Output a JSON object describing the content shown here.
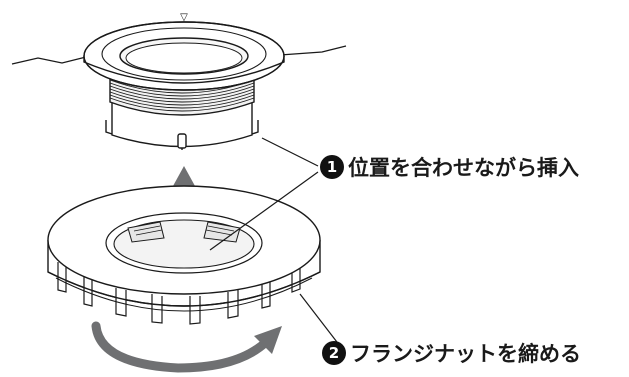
{
  "steps": [
    {
      "number": "1",
      "text": "位置を合わせながら挿入"
    },
    {
      "number": "2",
      "text": "フランジナットを締める"
    }
  ],
  "marks": {
    "top_indicator": "▽"
  },
  "colors": {
    "line": "#1a1a1a",
    "arrow": "#6f7072",
    "fill": "#ffffff",
    "shade": "#e6e6e6"
  }
}
